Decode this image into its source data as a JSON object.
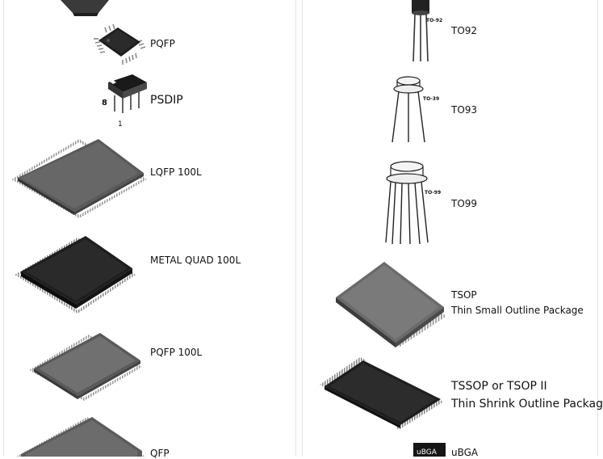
{
  "left_column": {
    "pqfp_small": {
      "label": "PQFP"
    },
    "psdip": {
      "label": "PSDIP",
      "pin_top": "8",
      "pin_bottom": "1"
    },
    "lqfp": {
      "label": "LQFP 100L"
    },
    "metal_quad": {
      "label": "METAL QUAD 100L"
    },
    "pqfp_100": {
      "label": "PQFP 100L"
    },
    "qfp": {
      "label": "QFP"
    }
  },
  "right_column": {
    "to92": {
      "label": "TO92",
      "marking": "TO-92"
    },
    "to93": {
      "label": "TO93",
      "marking": "TO-39"
    },
    "to99": {
      "label": "TO99",
      "marking": "TO-99"
    },
    "tsop": {
      "label": "TSOP",
      "description": "Thin Small Outline Package"
    },
    "tssop": {
      "label": "TSSOP or TSOP II",
      "description": "Thin Shrink Outline Package"
    },
    "ubga": {
      "label": "uBGA",
      "marking": "uBGA"
    }
  }
}
